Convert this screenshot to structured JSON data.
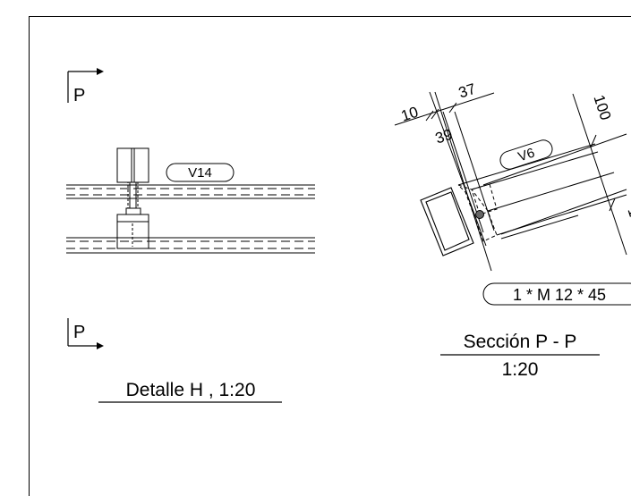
{
  "detail": {
    "section_mark_top": "P",
    "section_mark_bottom": "P",
    "beam_tag": "V14",
    "title": "Detalle H , 1:20"
  },
  "section": {
    "beam_tag": "V6",
    "dim_10": "10",
    "dim_37": "37",
    "dim_39": "39",
    "dim_100_top": "100",
    "dim_100_side": "100",
    "bolt_tag": "1 * M 12 * 45",
    "title": "Sección P - P",
    "scale": "1:20"
  },
  "colors": {
    "line": "#000000",
    "background": "#ffffff"
  }
}
